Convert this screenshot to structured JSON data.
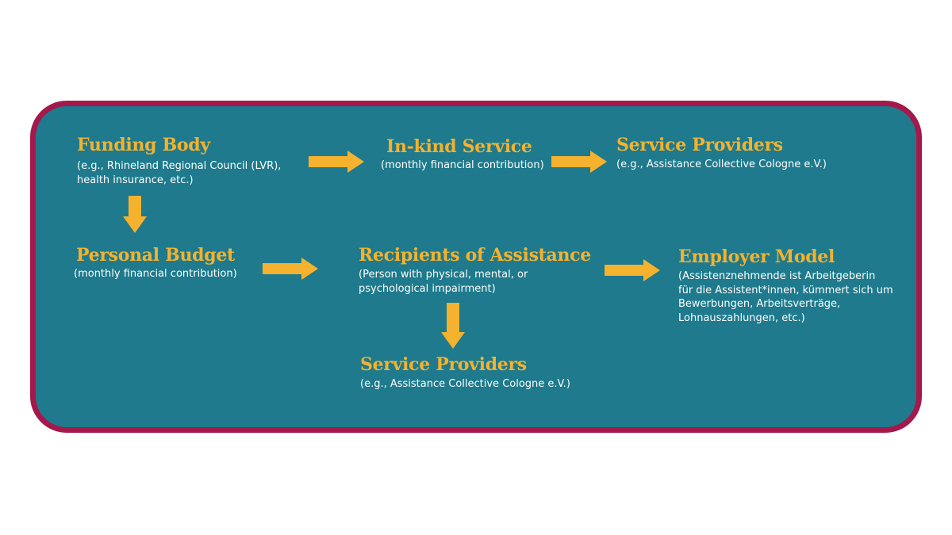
{
  "colors": {
    "panel_fill": "#1e7a8c",
    "panel_border": "#a5184b",
    "title_text": "#f4b22e",
    "body_text": "#ffffff",
    "arrow": "#f4b22e"
  },
  "nodes": {
    "funding_body": {
      "title": "Funding Body",
      "lines": [
        "(e.g., Rhineland Regional Council (LVR),",
        "health insurance, etc.)"
      ]
    },
    "in_kind_service": {
      "title": "In-kind Service",
      "lines": [
        "(monthly financial contribution)"
      ]
    },
    "service_providers_top": {
      "title": "Service Providers",
      "lines": [
        "(e.g., Assistance Collective Cologne e.V.)"
      ]
    },
    "personal_budget": {
      "title": "Personal Budget",
      "lines": [
        "(monthly financial contribution)"
      ]
    },
    "recipients": {
      "title": "Recipients of Assistance",
      "lines": [
        "(Person with physical, mental, or",
        "psychological impairment)"
      ]
    },
    "employer_model": {
      "title": "Employer Model",
      "lines": [
        "(Assistenznehmende ist Arbeitgeberin",
        "für die Assistent*innen, kümmert sich um",
        "Bewerbungen, Arbeitsverträge,",
        "Lohnauszahlungen, etc.)"
      ]
    },
    "service_providers_bottom": {
      "title": "Service Providers",
      "lines": [
        "(e.g., Assistance Collective Cologne e.V.)"
      ]
    }
  },
  "arrows": [
    {
      "from": "Funding Body",
      "to": "In-kind Service",
      "direction": "right"
    },
    {
      "from": "In-kind Service",
      "to": "Service Providers",
      "direction": "right"
    },
    {
      "from": "Funding Body",
      "to": "Personal Budget",
      "direction": "down"
    },
    {
      "from": "Personal Budget",
      "to": "Recipients of Assistance",
      "direction": "right"
    },
    {
      "from": "Recipients of Assistance",
      "to": "Employer Model",
      "direction": "right"
    },
    {
      "from": "Recipients of Assistance",
      "to": "Service Providers",
      "direction": "down"
    }
  ]
}
